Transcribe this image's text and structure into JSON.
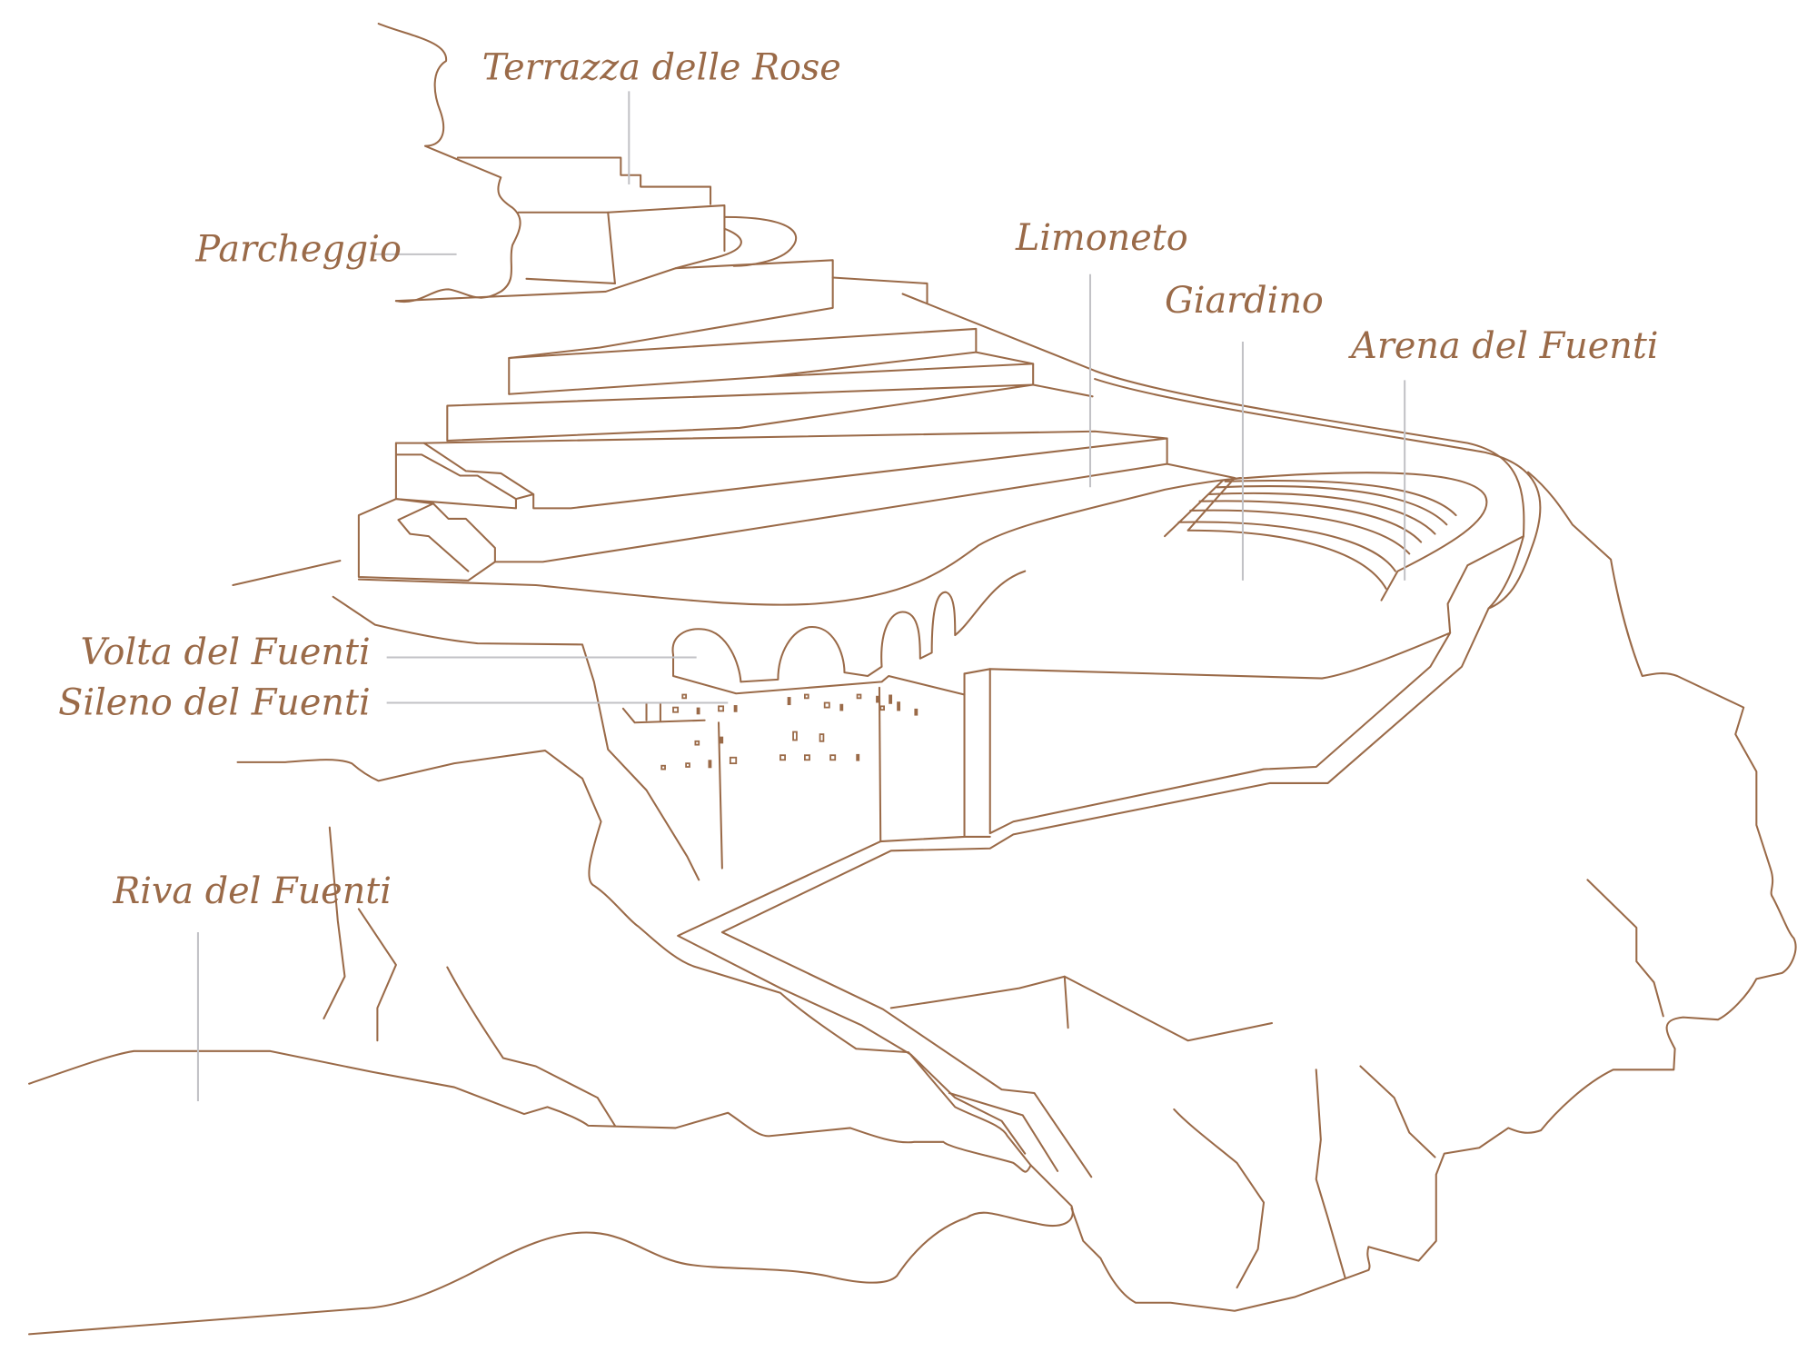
{
  "colors": {
    "line": "#9a6a48",
    "label": "#9a6a48",
    "leader": "#c2c2c6",
    "background": "#ffffff"
  },
  "labels": {
    "terrazza": "Terrazza delle Rose",
    "parcheggio": "Parcheggio",
    "limoneto": "Limoneto",
    "giardino": "Giardino",
    "arena": "Arena del Fuenti",
    "volta": "Volta del Fuenti",
    "sileno": "Sileno del Fuenti",
    "riva": "Riva del Fuenti"
  }
}
